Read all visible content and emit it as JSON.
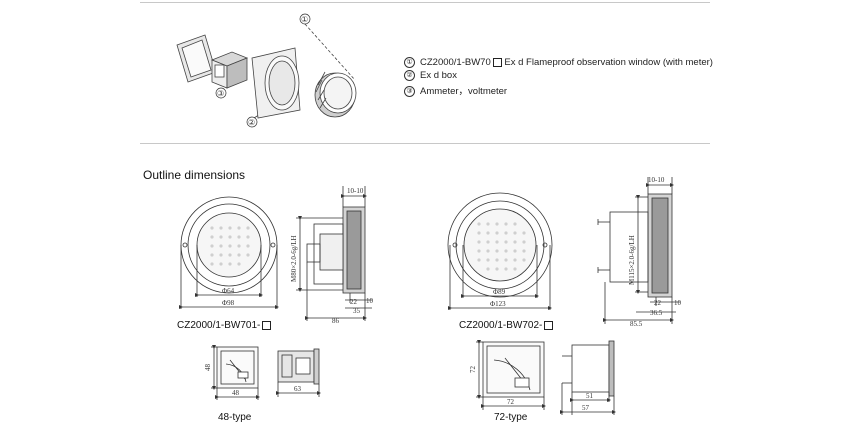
{
  "callout_numbers": [
    "①",
    "②",
    "③"
  ],
  "legend": [
    {
      "num": "①",
      "text": "CZ2000/1-BW70",
      "suffix": " Ex d Flameproof observation window (with meter)"
    },
    {
      "num": "②",
      "text": "Ex d box",
      "suffix": ""
    },
    {
      "num": "③",
      "text": "Ammeter，voltmeter",
      "suffix": ""
    }
  ],
  "section_title": "Outline dimensions",
  "models": [
    {
      "caption": "CZ2000/1-BW701-",
      "inner_dia": "Φ64",
      "outer_dia": "Φ98",
      "side_bracket": "10-10",
      "thread": "M80×2.0-6g/LH",
      "side_dims": [
        "10",
        "22",
        "35",
        "86"
      ]
    },
    {
      "caption": "CZ2000/1-BW702-",
      "inner_dia": "Φ89",
      "outer_dia": "Φ123",
      "side_bracket": "10-10",
      "thread": "M115×2.0-6g/LH",
      "side_dims": [
        "10",
        "22",
        "36.5",
        "85.5"
      ]
    }
  ],
  "meters": [
    {
      "caption": "48-type",
      "front_w": "48",
      "front_h": "48",
      "side_d": "63"
    },
    {
      "caption": "72-type",
      "front_w": "72",
      "front_h": "72",
      "side_d1": "51",
      "side_d2": "57"
    }
  ],
  "colors": {
    "line": "#333333",
    "face": "#f2f2f2",
    "gray": "#8a8a8a"
  }
}
